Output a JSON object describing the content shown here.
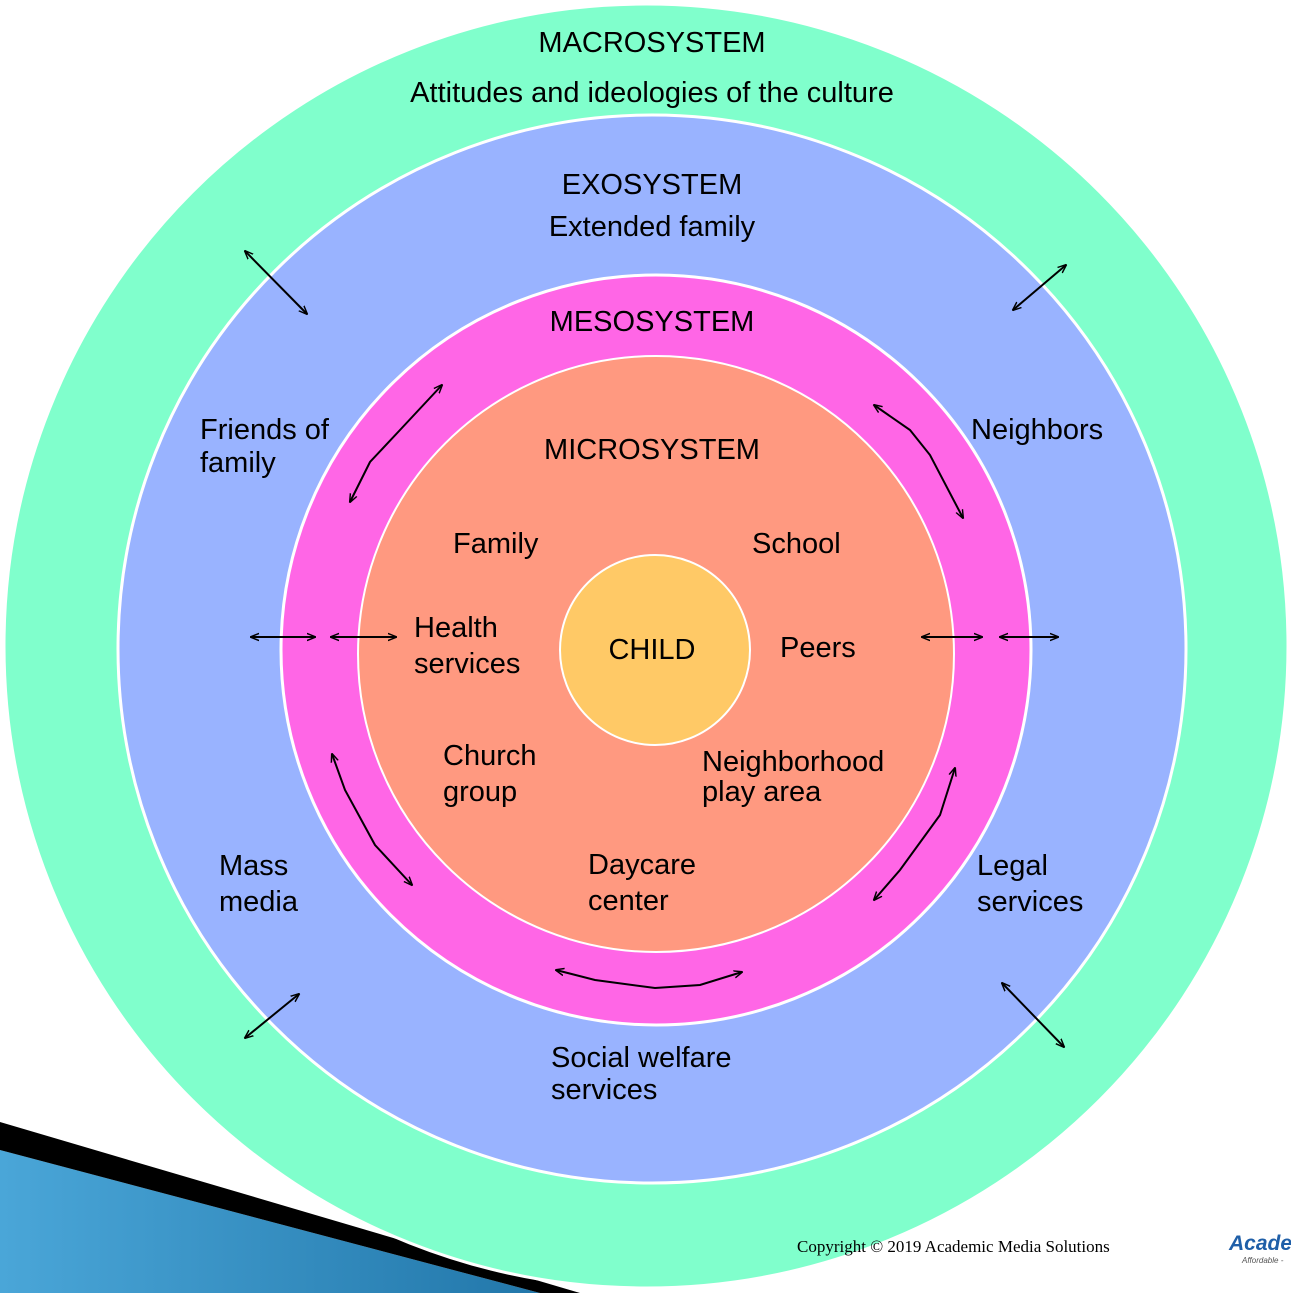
{
  "macrosystem": {
    "title": "MACROSYSTEM",
    "subtitle": "Attitudes and ideologies of the culture",
    "color": "#80ffcc"
  },
  "exosystem": {
    "title": "EXOSYSTEM",
    "subtitle": "Extended family",
    "color": "#99b3ff",
    "items": {
      "friends_line1": "Friends of",
      "friends_line2": "family",
      "neighbors": "Neighbors",
      "mass_media_line1": "Mass",
      "mass_media_line2": "media",
      "legal_line1": "Legal",
      "legal_line2": "services",
      "social_line1": "Social welfare",
      "social_line2": "services"
    }
  },
  "mesosystem": {
    "title": "MESOSYSTEM",
    "color": "#ff66e6"
  },
  "microsystem": {
    "title": "MICROSYSTEM",
    "color": "#ff9980",
    "items": {
      "family": "Family",
      "school": "School",
      "health_line1": "Health",
      "health_line2": "services",
      "peers": "Peers",
      "church_line1": "Church",
      "church_line2": "group",
      "neighborhood_line1": "Neighborhood",
      "neighborhood_line2": "play area",
      "daycare_line1": "Daycare",
      "daycare_line2": "center"
    }
  },
  "center": {
    "label": "CHILD",
    "color": "#ffc966"
  },
  "footer": {
    "copyright": "Copyright © 2019 Academic Media Solutions",
    "logo_text": "Acade",
    "logo_tagline": "Affordable -"
  }
}
